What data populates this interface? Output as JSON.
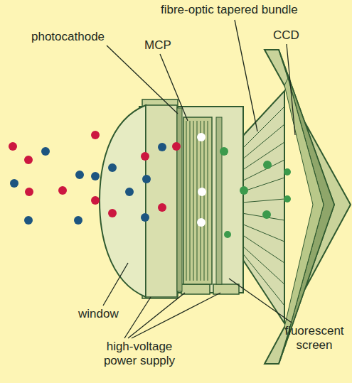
{
  "diagram": {
    "labels": [
      "fibre-optic tapered bundle",
      "photocathode",
      "MCP",
      "CCD",
      "window",
      "high-voltage power supply",
      "fluorescent screen"
    ]
  }
}
